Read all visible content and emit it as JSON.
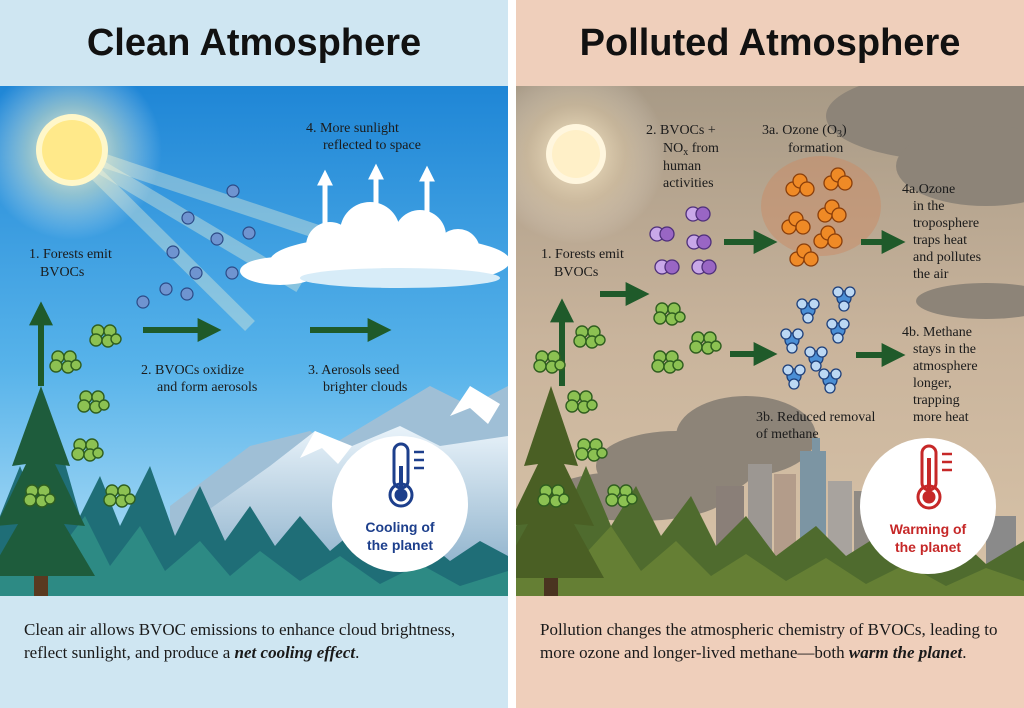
{
  "clean": {
    "title": "Clean Atmosphere",
    "labels": {
      "step1_line1": "1. Forests emit",
      "step1_line2": "BVOCs",
      "step2_line1": "2. BVOCs oxidize",
      "step2_line2": "and form aerosols",
      "step3_line1": "3. Aerosols seed",
      "step3_line2": "brighter clouds",
      "step4_line1": "4. More sunlight",
      "step4_line2": "reflected to space"
    },
    "badge_line1": "Cooling of",
    "badge_line2": "the planet",
    "caption_lead": "Clean air allows BVOC emissions to enhance cloud brightness, reflect sunlight, and produce a ",
    "caption_emphasis": "net cooling effect",
    "caption_end": "."
  },
  "polluted": {
    "title": "Polluted Atmosphere",
    "labels": {
      "step1_line1": "1. Forests emit",
      "step1_line2": "BVOCs",
      "step2_line1": "2. BVOCs +",
      "step2_line2_main": "NO",
      "step2_line2_sub": "x",
      "step2_line2_rest": " from",
      "step2_line3": "human",
      "step2_line4": "activities",
      "step3a_main": "3a. Ozone (O",
      "step3a_sub": "3",
      "step3a_end": ")",
      "step3a_line2": "formation",
      "step3b_line1": "3b. Reduced removal",
      "step3b_line2": "of methane",
      "step4a_line1": "4a.Ozone",
      "step4a_line2": "in the",
      "step4a_line3": "troposphere",
      "step4a_line4": "traps heat",
      "step4a_line5": "and pollutes",
      "step4a_line6": "the air",
      "step4b_line1": "4b. Methane",
      "step4b_line2": "stays in the",
      "step4b_line3": "atmosphere",
      "step4b_line4": "longer,",
      "step4b_line5": "trapping",
      "step4b_line6": "more heat"
    },
    "badge_line1": "Warming of",
    "badge_line2": "the planet",
    "caption_lead": "Pollution changes the atmospheric chemistry of BVOCs, leading to more ozone and longer-lived methane—both ",
    "caption_emphasis": "warm the planet",
    "caption_end": "."
  },
  "colors": {
    "arrow_green": "#1f5a2a",
    "clean_badge": "#1d3f8c",
    "polluted_badge": "#c62828",
    "ozone": "#ef8a26",
    "methane": "#4a8fd6",
    "bvoc_purple": "#9966c4",
    "bvoc_green": "#8cc152"
  },
  "icons": {
    "sun": "sun-icon",
    "thermometer": "thermometer-icon",
    "cloud": "cloud-icon",
    "tree": "pine-tree-icon",
    "molecule": "molecule-icon"
  }
}
